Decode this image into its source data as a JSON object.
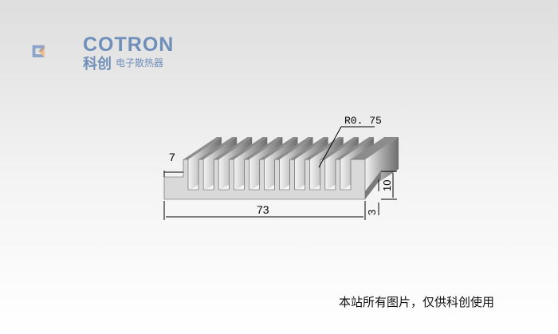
{
  "logo": {
    "brand": "COTRON",
    "cn_name": "科创",
    "cn_sub": "电子散热器"
  },
  "drawing": {
    "radius_label": "R0. 75",
    "dim_left": "7",
    "dim_width": "73",
    "dim_fin": "10",
    "dim_base": "3",
    "fin_count": 12
  },
  "notice": "本站所有图片，仅供科创使用",
  "colors": {
    "logo": "#6f8fba",
    "logo_accent": "#f0b98a"
  }
}
